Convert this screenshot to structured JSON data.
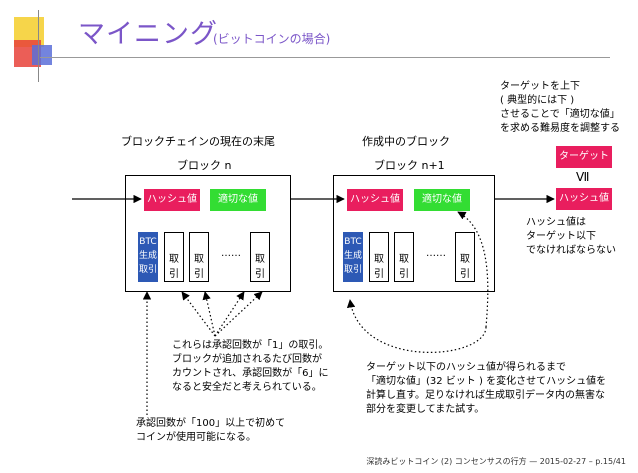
{
  "header": {
    "title": "マイニング",
    "subtitle": "(ビットコインの場合)"
  },
  "block_n": {
    "caption": "ブロックチェインの現在の末尾",
    "name": "ブロック n",
    "hash_label": "ハッシュ値",
    "nonce_label": "適切な値",
    "btc_label": [
      "BTC",
      "生成",
      "取引"
    ],
    "tx_label": "取引",
    "ellipsis": "……"
  },
  "block_n1": {
    "caption": "作成中のブロック",
    "name": "ブロック n+1",
    "hash_label": "ハッシュ値",
    "nonce_label": "適切な値",
    "btc_label": [
      "BTC",
      "生成",
      "取引"
    ],
    "tx_label": "取引",
    "ellipsis": "……"
  },
  "target": {
    "desc": [
      "ターゲットを上下",
      "( 典型的には下 )",
      "させることで「適切な値」",
      "を求める難易度を調整する"
    ],
    "target_label": "ターゲット",
    "symbol": "Ⅶ",
    "hash_label": "ハッシュ値",
    "condition": [
      "ハッシュ値は",
      "ターゲット以下",
      "でなければならない"
    ]
  },
  "notes": {
    "confirmations": [
      "これらは承認回数が「1」の取引。",
      "ブロックが追加されるたび回数が",
      "カウントされ、承認回数が「6」に",
      "なると安全だと考えられている。"
    ],
    "coinbase": [
      "承認回数が「100」以上で初めて",
      "コインが使用可能になる。"
    ],
    "retry": [
      "ターゲット以下のハッシュ値が得られるまで",
      "「適切な値」(32 ビット ) を変化させてハッシュ値を",
      "計算し直す。足りなければ生成取引データ内の無害な",
      "部分を変更してまた試す。"
    ]
  },
  "footer": "深読みビットコイン (2) コンセンサスの行方 — 2015-02-27 – p.15/41",
  "colors": {
    "title": "#7b56c8",
    "hash": "#e91e5e",
    "nonce": "#33dd33",
    "btc": "#2d59b5",
    "deco_yellow": "#f6d54a",
    "deco_red": "#e8423a",
    "deco_blue": "#5a6fd8"
  }
}
